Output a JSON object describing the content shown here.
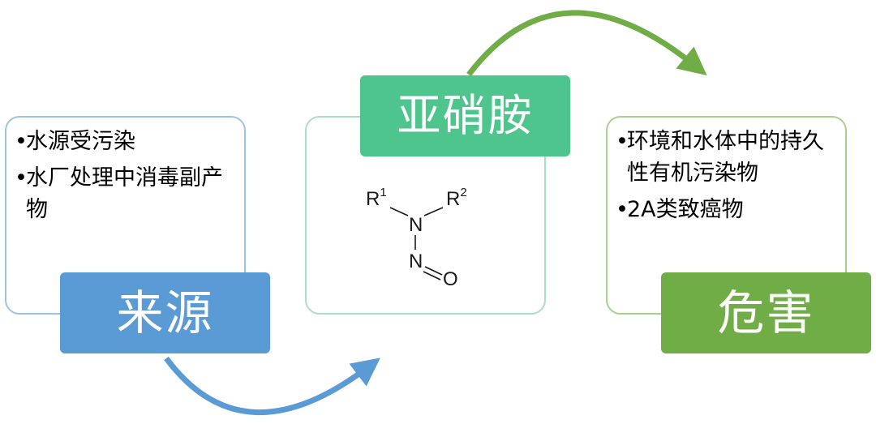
{
  "source": {
    "label": "来源",
    "bullets": [
      "水源受污染",
      "水厂处理中消毒副产物"
    ],
    "color": "#5b9bd5",
    "border_color": "#9dc3e6"
  },
  "center": {
    "label": "亚硝胺",
    "color": "#4fc58e",
    "border_color": "#a9dfc4",
    "structure": {
      "r1": "R",
      "r1_sup": "1",
      "r2": "R",
      "r2_sup": "2",
      "n1": "N",
      "n2": "N",
      "o": "O"
    }
  },
  "harm": {
    "label": "危害",
    "bullets": [
      "环境和水体中的持久性有机污染物",
      "2A类致癌物"
    ],
    "color": "#70ad47",
    "border_color": "#a9d18e"
  },
  "arrows": {
    "source_to_center_color": "#5b9bd5",
    "center_to_harm_color": "#70ad47"
  }
}
